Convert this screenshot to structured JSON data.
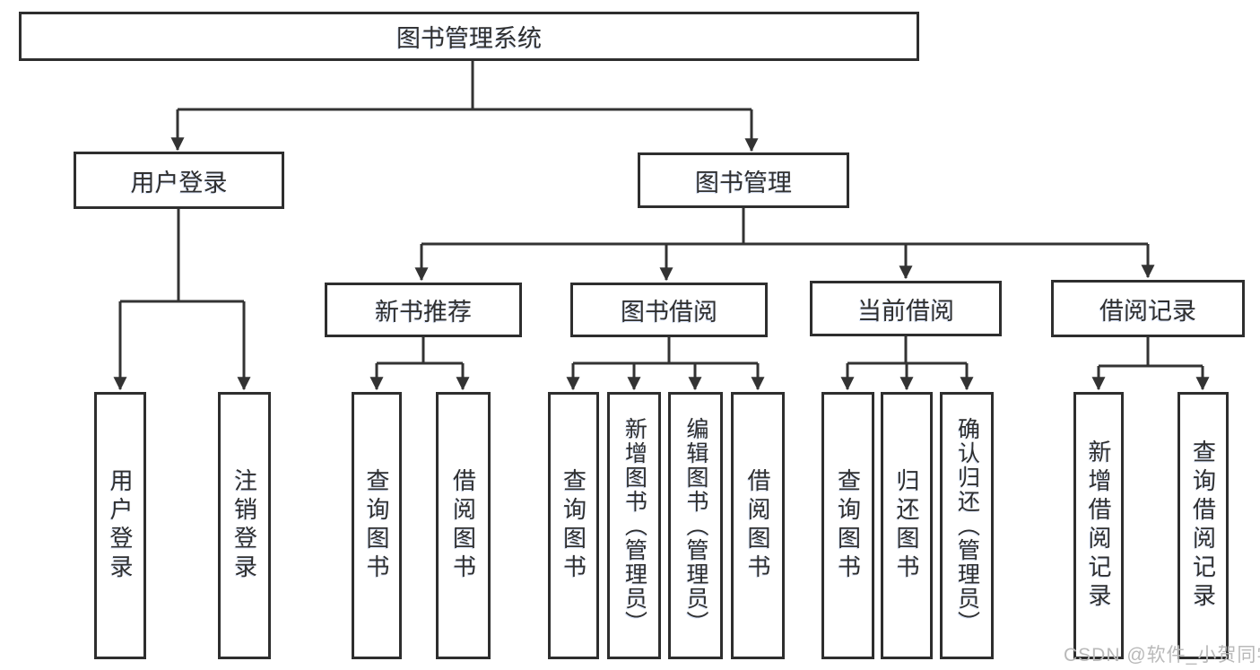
{
  "diagram": {
    "root_label": "图书管理系统",
    "branches": [
      {
        "label": "用户登录",
        "children": [
          {
            "label": "用户登录"
          },
          {
            "label": "注销登录"
          }
        ]
      },
      {
        "label": "图书管理",
        "groups": [
          {
            "label": "新书推荐",
            "children": [
              {
                "label": "查询图书"
              },
              {
                "label": "借阅图书"
              }
            ]
          },
          {
            "label": "图书借阅",
            "children": [
              {
                "label": "查询图书"
              },
              {
                "label": "新增图书（管理员）"
              },
              {
                "label": "编辑图书（管理员）"
              },
              {
                "label": "借阅图书"
              }
            ]
          },
          {
            "label": "当前借阅",
            "children": [
              {
                "label": "查询图书"
              },
              {
                "label": "归还图书"
              },
              {
                "label": "确认归还（管理员）"
              }
            ]
          },
          {
            "label": "借阅记录",
            "children": [
              {
                "label": "新增借阅记录"
              },
              {
                "label": "查询借阅记录"
              }
            ]
          }
        ]
      }
    ],
    "watermark": "CSDN @软件_小贺同学",
    "colors": {
      "line": "#333333",
      "box_border": "#2e2e2e",
      "box_background": "#ffffff",
      "text": "#2f2f2f",
      "watermark_text": "#b9b9b9"
    }
  }
}
